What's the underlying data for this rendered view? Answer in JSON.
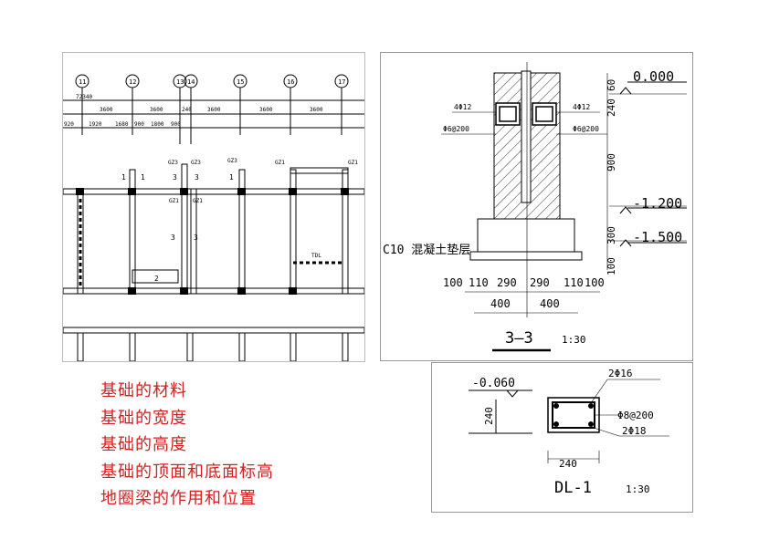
{
  "plan": {
    "axes": [
      "11",
      "12",
      "13",
      "14",
      "15",
      "16",
      "17"
    ],
    "dims_row1": [
      "3600",
      "3600",
      "240",
      "3600",
      "3600",
      "3600"
    ],
    "dims_row1_left": "72340",
    "dims_row2": [
      "920",
      "1920",
      "1680",
      "900",
      "1800",
      "900"
    ],
    "labels": {
      "gz1": "GZ1",
      "gz3": "GZ3",
      "tdl": "TDL",
      "sec1": "1",
      "sec3": "3",
      "sec2": "2"
    }
  },
  "section33": {
    "rebar_top_left": "4Φ12",
    "rebar_top_right": "4Φ12",
    "stirrup_left": "Φ6@200",
    "stirrup_right": "Φ6@200",
    "elev_top": "0.000",
    "elev_mid": "-1.200",
    "elev_bot": "-1.500",
    "dims_v": [
      "60",
      "240",
      "900",
      "300",
      "100"
    ],
    "base_label": "C10 混凝土垫层",
    "dims_h": [
      "100",
      "110",
      "290",
      "290",
      "110",
      "100"
    ],
    "dims_h2": [
      "400",
      "400"
    ],
    "title": "3—3",
    "scale": "1:30"
  },
  "beam": {
    "elev": "-0.060",
    "top_bars": "2Φ16",
    "stirrup": "Φ8@200",
    "bottom_bars": "2Φ18",
    "height": "240",
    "width": "240",
    "title": "DL-1",
    "scale": "1:30"
  },
  "questions": [
    "基础的材料",
    "基础的宽度",
    "基础的高度",
    "基础的顶面和底面标高",
    "地圈梁的作用和位置"
  ]
}
